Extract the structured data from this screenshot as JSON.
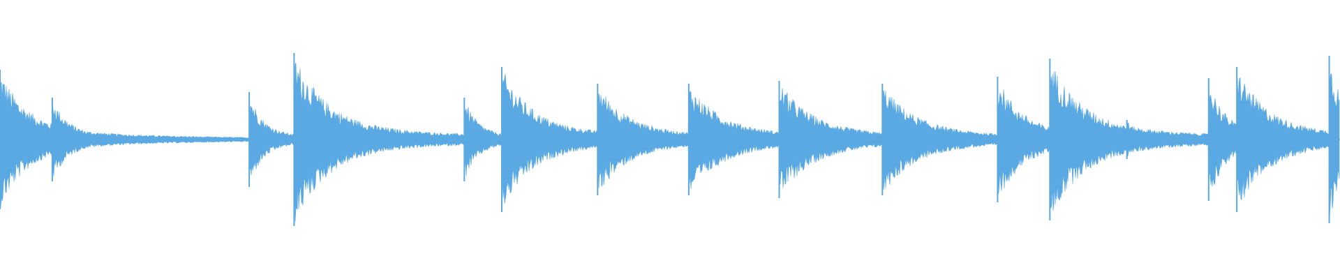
{
  "waveform": {
    "color": "#5aa9e3",
    "background": "#ffffff",
    "duration": 1.0,
    "onsets": [
      {
        "t": 0.0,
        "amp": 0.5,
        "decay": 0.02,
        "sustain": 0.1
      },
      {
        "t": 0.039,
        "amp": 0.3,
        "decay": 0.012,
        "sustain": 0.05
      },
      {
        "t": 0.186,
        "amp": 0.34,
        "decay": 0.01,
        "sustain": 0.06
      },
      {
        "t": 0.2195,
        "amp": 0.62,
        "decay": 0.024,
        "sustain": 0.03
      },
      {
        "t": 0.3465,
        "amp": 0.3,
        "decay": 0.01,
        "sustain": 0.05
      },
      {
        "t": 0.3745,
        "amp": 0.52,
        "decay": 0.022,
        "sustain": 0.03
      },
      {
        "t": 0.446,
        "amp": 0.4,
        "decay": 0.022,
        "sustain": 0.03
      },
      {
        "t": 0.514,
        "amp": 0.4,
        "decay": 0.024,
        "sustain": 0.03
      },
      {
        "t": 0.5815,
        "amp": 0.42,
        "decay": 0.024,
        "sustain": 0.03
      },
      {
        "t": 0.6585,
        "amp": 0.4,
        "decay": 0.024,
        "sustain": 0.03
      },
      {
        "t": 0.7445,
        "amp": 0.45,
        "decay": 0.018,
        "sustain": 0.05
      },
      {
        "t": 0.7835,
        "amp": 0.58,
        "decay": 0.024,
        "sustain": 0.04
      },
      {
        "t": 0.841,
        "amp": 0.14,
        "decay": 0.008,
        "sustain": 0.03
      },
      {
        "t": 0.902,
        "amp": 0.44,
        "decay": 0.012,
        "sustain": 0.07
      },
      {
        "t": 0.923,
        "amp": 0.52,
        "decay": 0.022,
        "sustain": 0.04
      },
      {
        "t": 0.992,
        "amp": 0.6,
        "decay": 0.012,
        "sustain": 0.05
      }
    ]
  }
}
